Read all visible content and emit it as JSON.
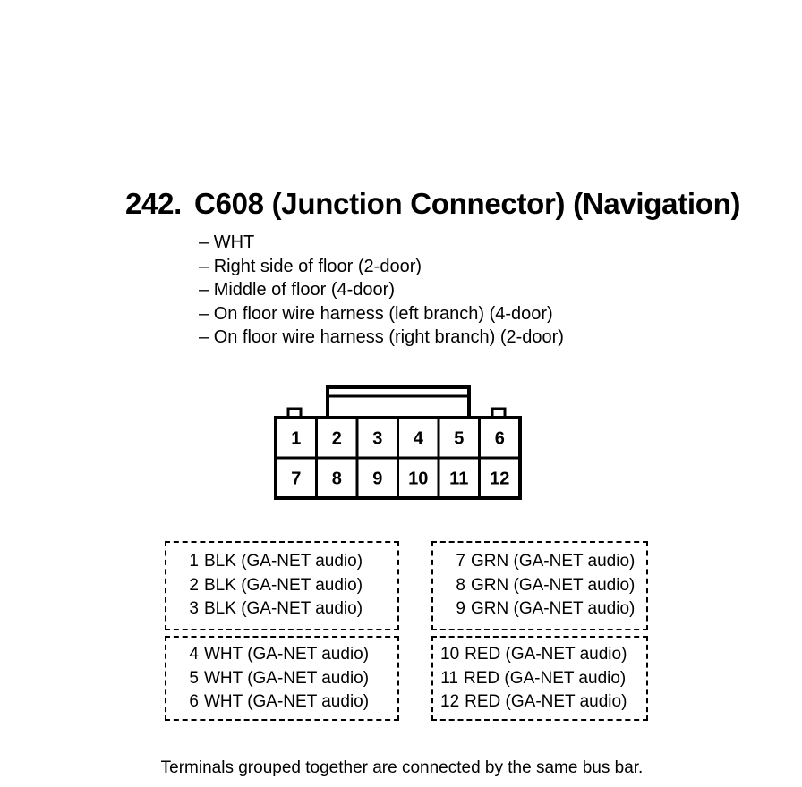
{
  "title": {
    "number": "242.",
    "text": "C608 (Junction Connector) (Navigation)"
  },
  "notes": [
    "WHT",
    "Right side of floor (2-door)",
    "Middle of floor (4-door)",
    "On floor wire harness (left branch) (4-door)",
    "On floor wire harness (right branch) (2-door)"
  ],
  "connector": {
    "top_row": [
      "1",
      "2",
      "3",
      "4",
      "5",
      "6"
    ],
    "bottom_row": [
      "7",
      "8",
      "9",
      "10",
      "11",
      "12"
    ]
  },
  "groups": [
    {
      "rows": [
        {
          "pin": "1",
          "desc": "BLK (GA-NET audio)"
        },
        {
          "pin": "2",
          "desc": "BLK (GA-NET audio)"
        },
        {
          "pin": "3",
          "desc": "BLK (GA-NET audio)"
        }
      ]
    },
    {
      "rows": [
        {
          "pin": "7",
          "desc": "GRN (GA-NET audio)"
        },
        {
          "pin": "8",
          "desc": "GRN (GA-NET audio)"
        },
        {
          "pin": "9",
          "desc": "GRN (GA-NET audio)"
        }
      ]
    },
    {
      "rows": [
        {
          "pin": "4",
          "desc": "WHT (GA-NET audio)"
        },
        {
          "pin": "5",
          "desc": "WHT (GA-NET audio)"
        },
        {
          "pin": "6",
          "desc": "WHT (GA-NET audio)"
        }
      ]
    },
    {
      "rows": [
        {
          "pin": "10",
          "desc": "RED (GA-NET audio)"
        },
        {
          "pin": "11",
          "desc": "RED (GA-NET audio)"
        },
        {
          "pin": "12",
          "desc": "RED (GA-NET audio)"
        }
      ]
    }
  ],
  "footer": "Terminals grouped together are connected by the same bus bar."
}
